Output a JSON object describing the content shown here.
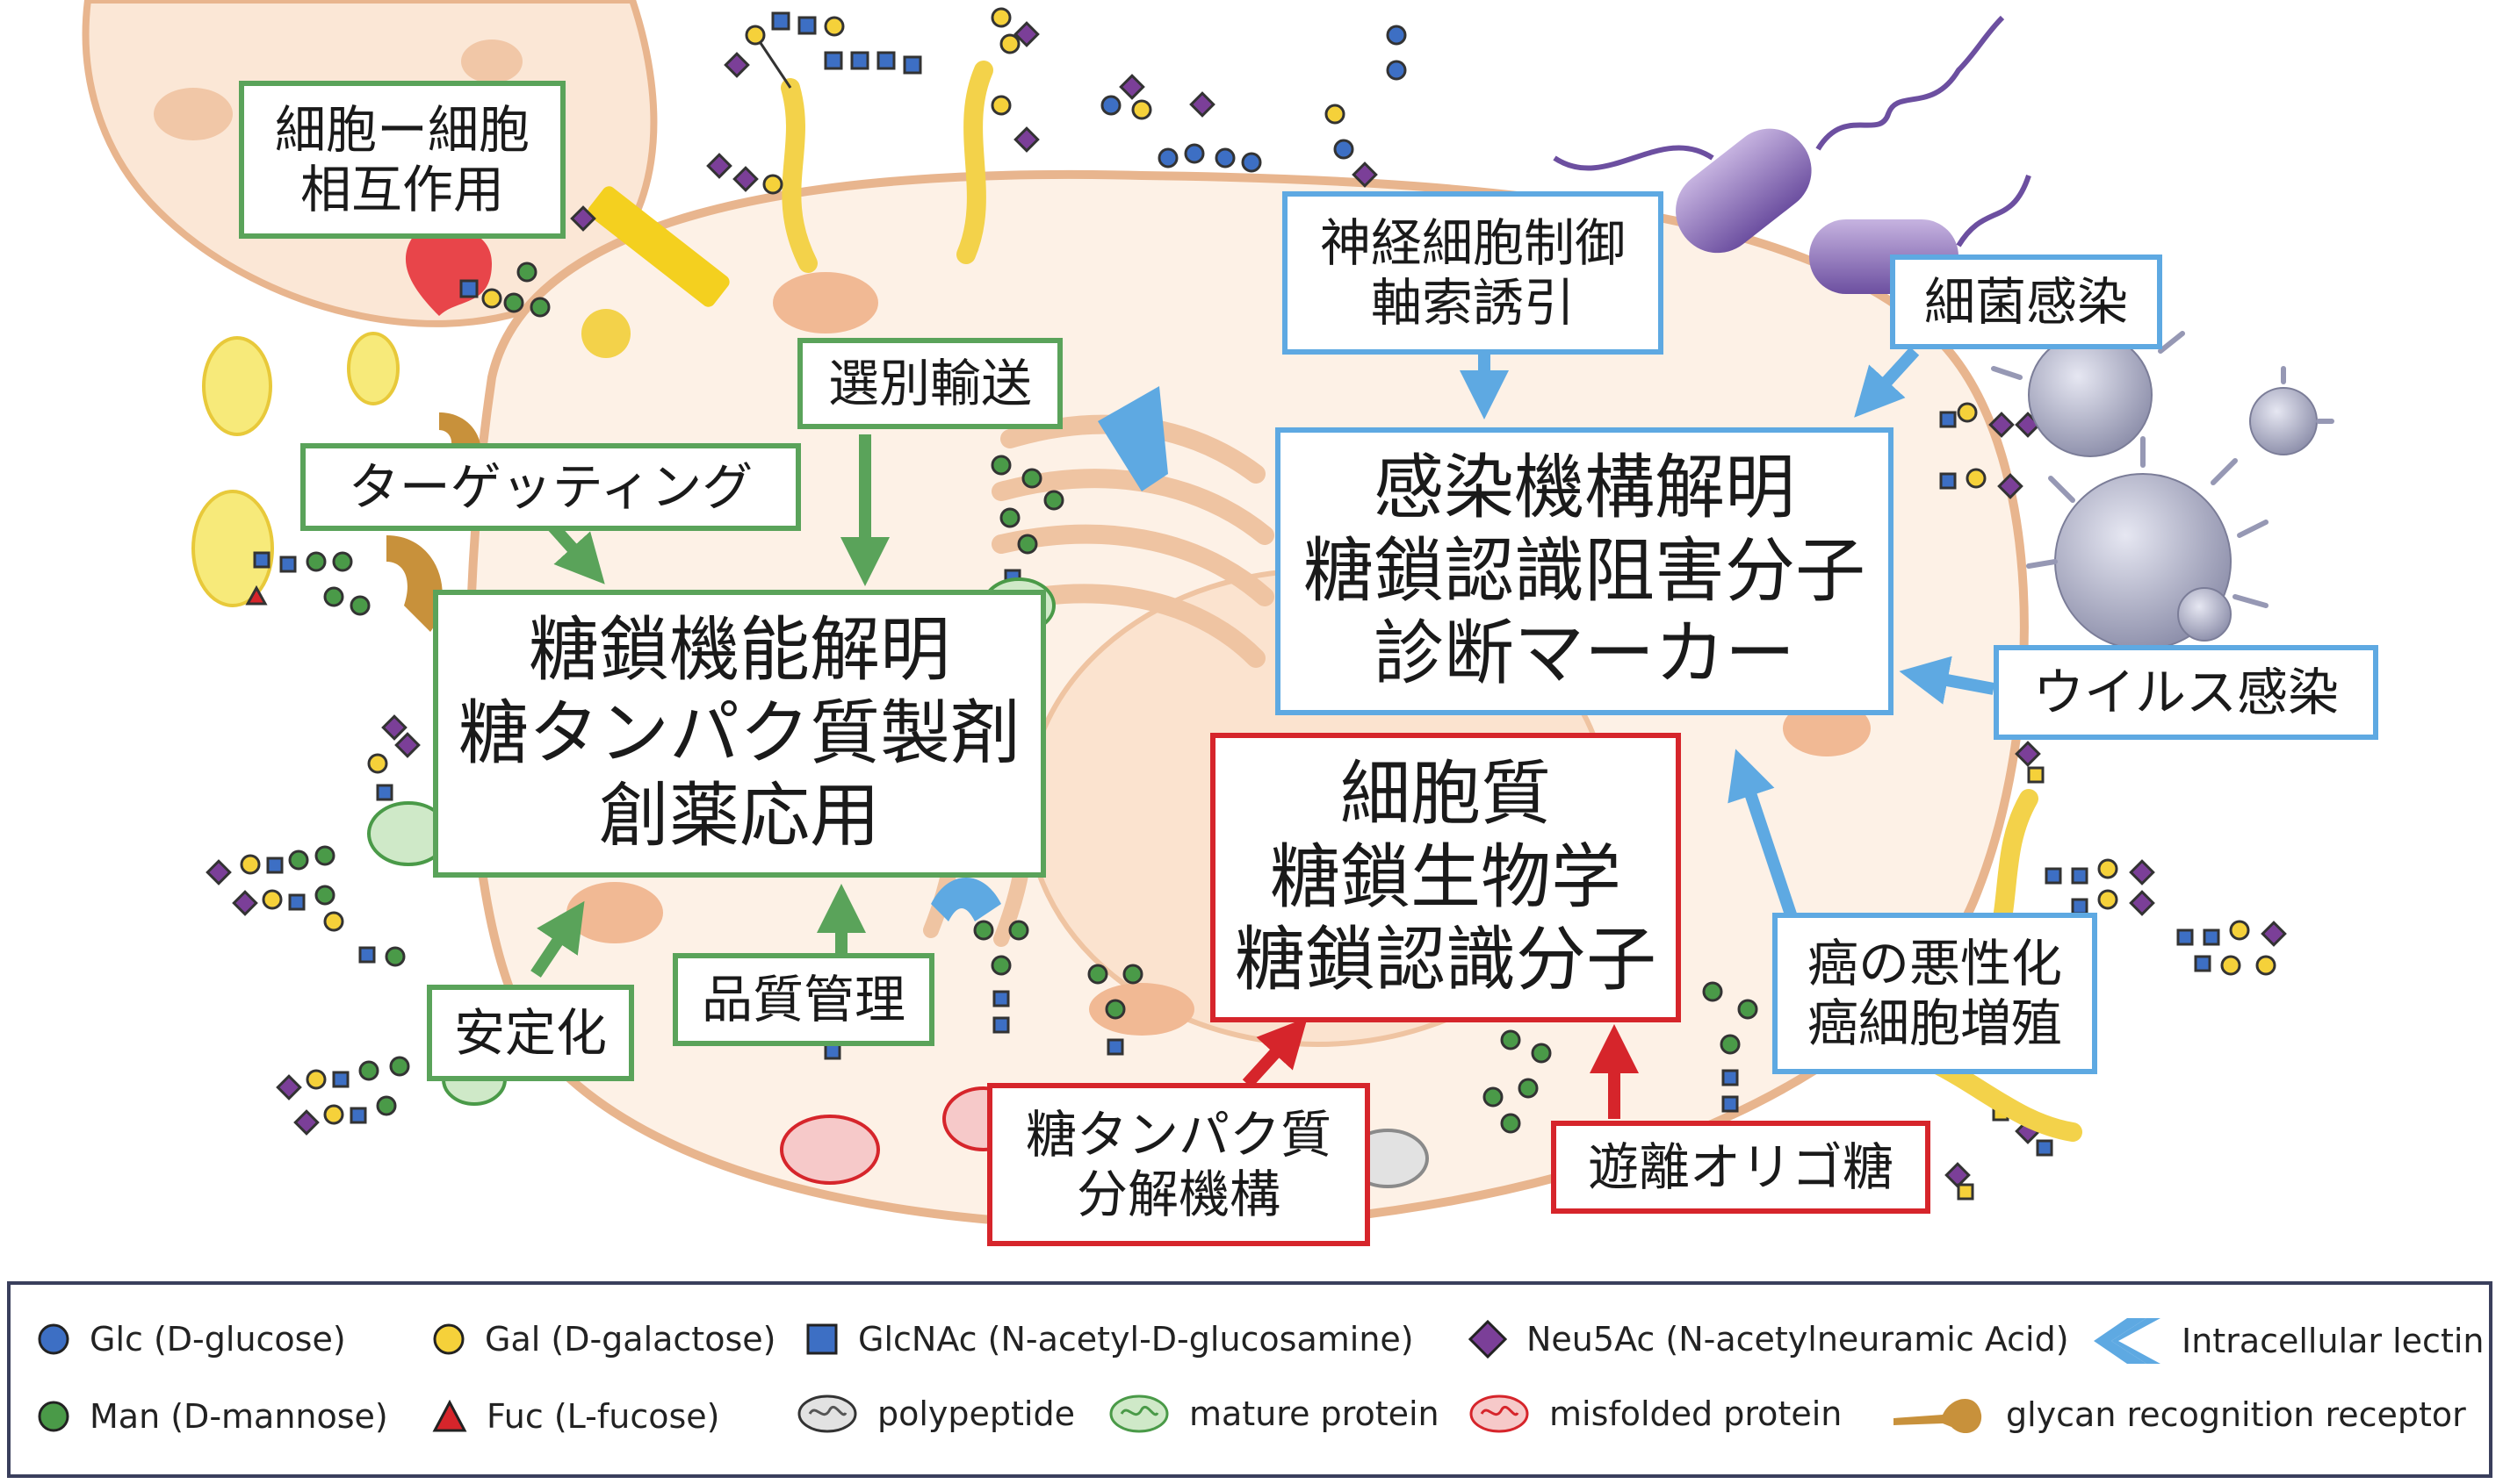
{
  "labels": {
    "cell_cell": [
      "細胞ー細胞",
      "相互作用"
    ],
    "targeting": [
      "ターゲッティング"
    ],
    "selective_transport": [
      "選別輸送"
    ],
    "glycan_function": [
      "糖鎖機能解明",
      "糖タンパク質製剤",
      "創薬応用"
    ],
    "stabilization": [
      "安定化"
    ],
    "quality_control": [
      "品質管理"
    ],
    "neural_control": [
      "神経細胞制御",
      "軸索誘引"
    ],
    "bacterial_infection": [
      "細菌感染"
    ],
    "infection_mechanism": [
      "感染機構解明",
      "糖鎖認識阻害分子",
      "診断マーカー"
    ],
    "viral_infection": [
      "ウイルス感染"
    ],
    "cytoplasm": [
      "細胞質",
      "糖鎖生物学",
      "糖鎖認識分子"
    ],
    "cancer": [
      "癌の悪性化",
      "癌細胞増殖"
    ],
    "degradation": [
      "糖タンパク質",
      "分解機構"
    ],
    "free_oligo": [
      "遊離オリゴ糖"
    ]
  },
  "legend": [
    {
      "label": "Glc (D-glucose)",
      "symbol": "circle",
      "color": "#3d6fc4"
    },
    {
      "label": "Gal (D-galactose)",
      "symbol": "circle",
      "color": "#f5d13a"
    },
    {
      "label": "GlcNAc (N-acetyl-D-glucosamine)",
      "symbol": "square",
      "color": "#3d6fc4"
    },
    {
      "label": "Neu5Ac (N-acetylneuramic Acid)",
      "symbol": "diamond",
      "color": "#7b3f98"
    },
    {
      "label": "Intracellular lectin",
      "symbol": "chevron",
      "color": "#5ea9e2"
    },
    {
      "label": "Man (D-mannose)",
      "symbol": "circle",
      "color": "#4a9a48"
    },
    {
      "label": "Fuc (L-fucose)",
      "symbol": "triangle",
      "color": "#d6252b"
    },
    {
      "label": "polypeptide",
      "symbol": "ellipse-gray",
      "color": "#8a8a8a"
    },
    {
      "label": "mature protein",
      "symbol": "ellipse-green",
      "color": "#4a9a48"
    },
    {
      "label": "misfolded protein",
      "symbol": "ellipse-red",
      "color": "#d6252b"
    },
    {
      "label": "glycan recognition receptor",
      "symbol": "receptor",
      "color": "#c8913b"
    }
  ],
  "colors": {
    "green_box": "#5aa35a",
    "blue_box": "#5ea9e2",
    "red_box": "#d6252b",
    "cell_fill": "#fdf1e6",
    "cell_membrane": "#e8b58e"
  }
}
